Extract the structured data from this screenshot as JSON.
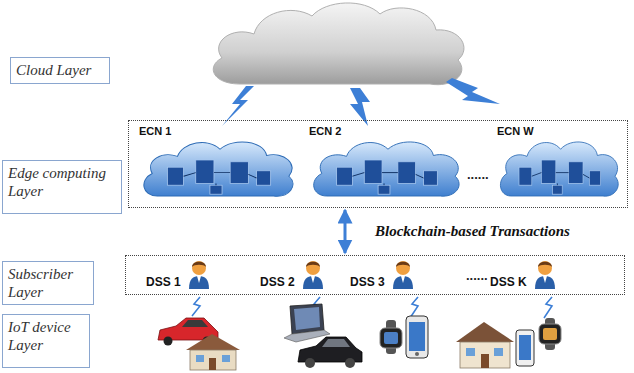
{
  "diagram": {
    "nodes": [
      {
        "text": [
          "Cloud Layer"
        ]
      },
      {
        "text": [
          "Edge computing Layer"
        ]
      },
      {
        "text": [
          "......"
        ]
      },
      {
        "text": [
          "ECN 1"
        ],
        "in": 2
      },
      {
        "text": [
          "ECN 2"
        ],
        "in": 2
      },
      {
        "text": [
          "ECN W"
        ],
        "in": 2
      },
      {
        "text": [
          "Subscriber Layer"
        ]
      },
      {
        "text": [
          "......"
        ]
      },
      {
        "text": [
          "DSS 1"
        ],
        "in": 7
      },
      {
        "text": [
          "DSS 2"
        ],
        "in": 7
      },
      {
        "text": [
          "DSS 3"
        ],
        "in": 7
      },
      {
        "text": [
          "DSS K"
        ],
        "in": 7
      },
      {
        "text": [
          "IoT device Layer"
        ]
      }
    ],
    "edges": [
      {
        "from": 2,
        "to": 7,
        "arrow": "both",
        "label": "Blockchain-based Transactions"
      }
    ]
  }
}
